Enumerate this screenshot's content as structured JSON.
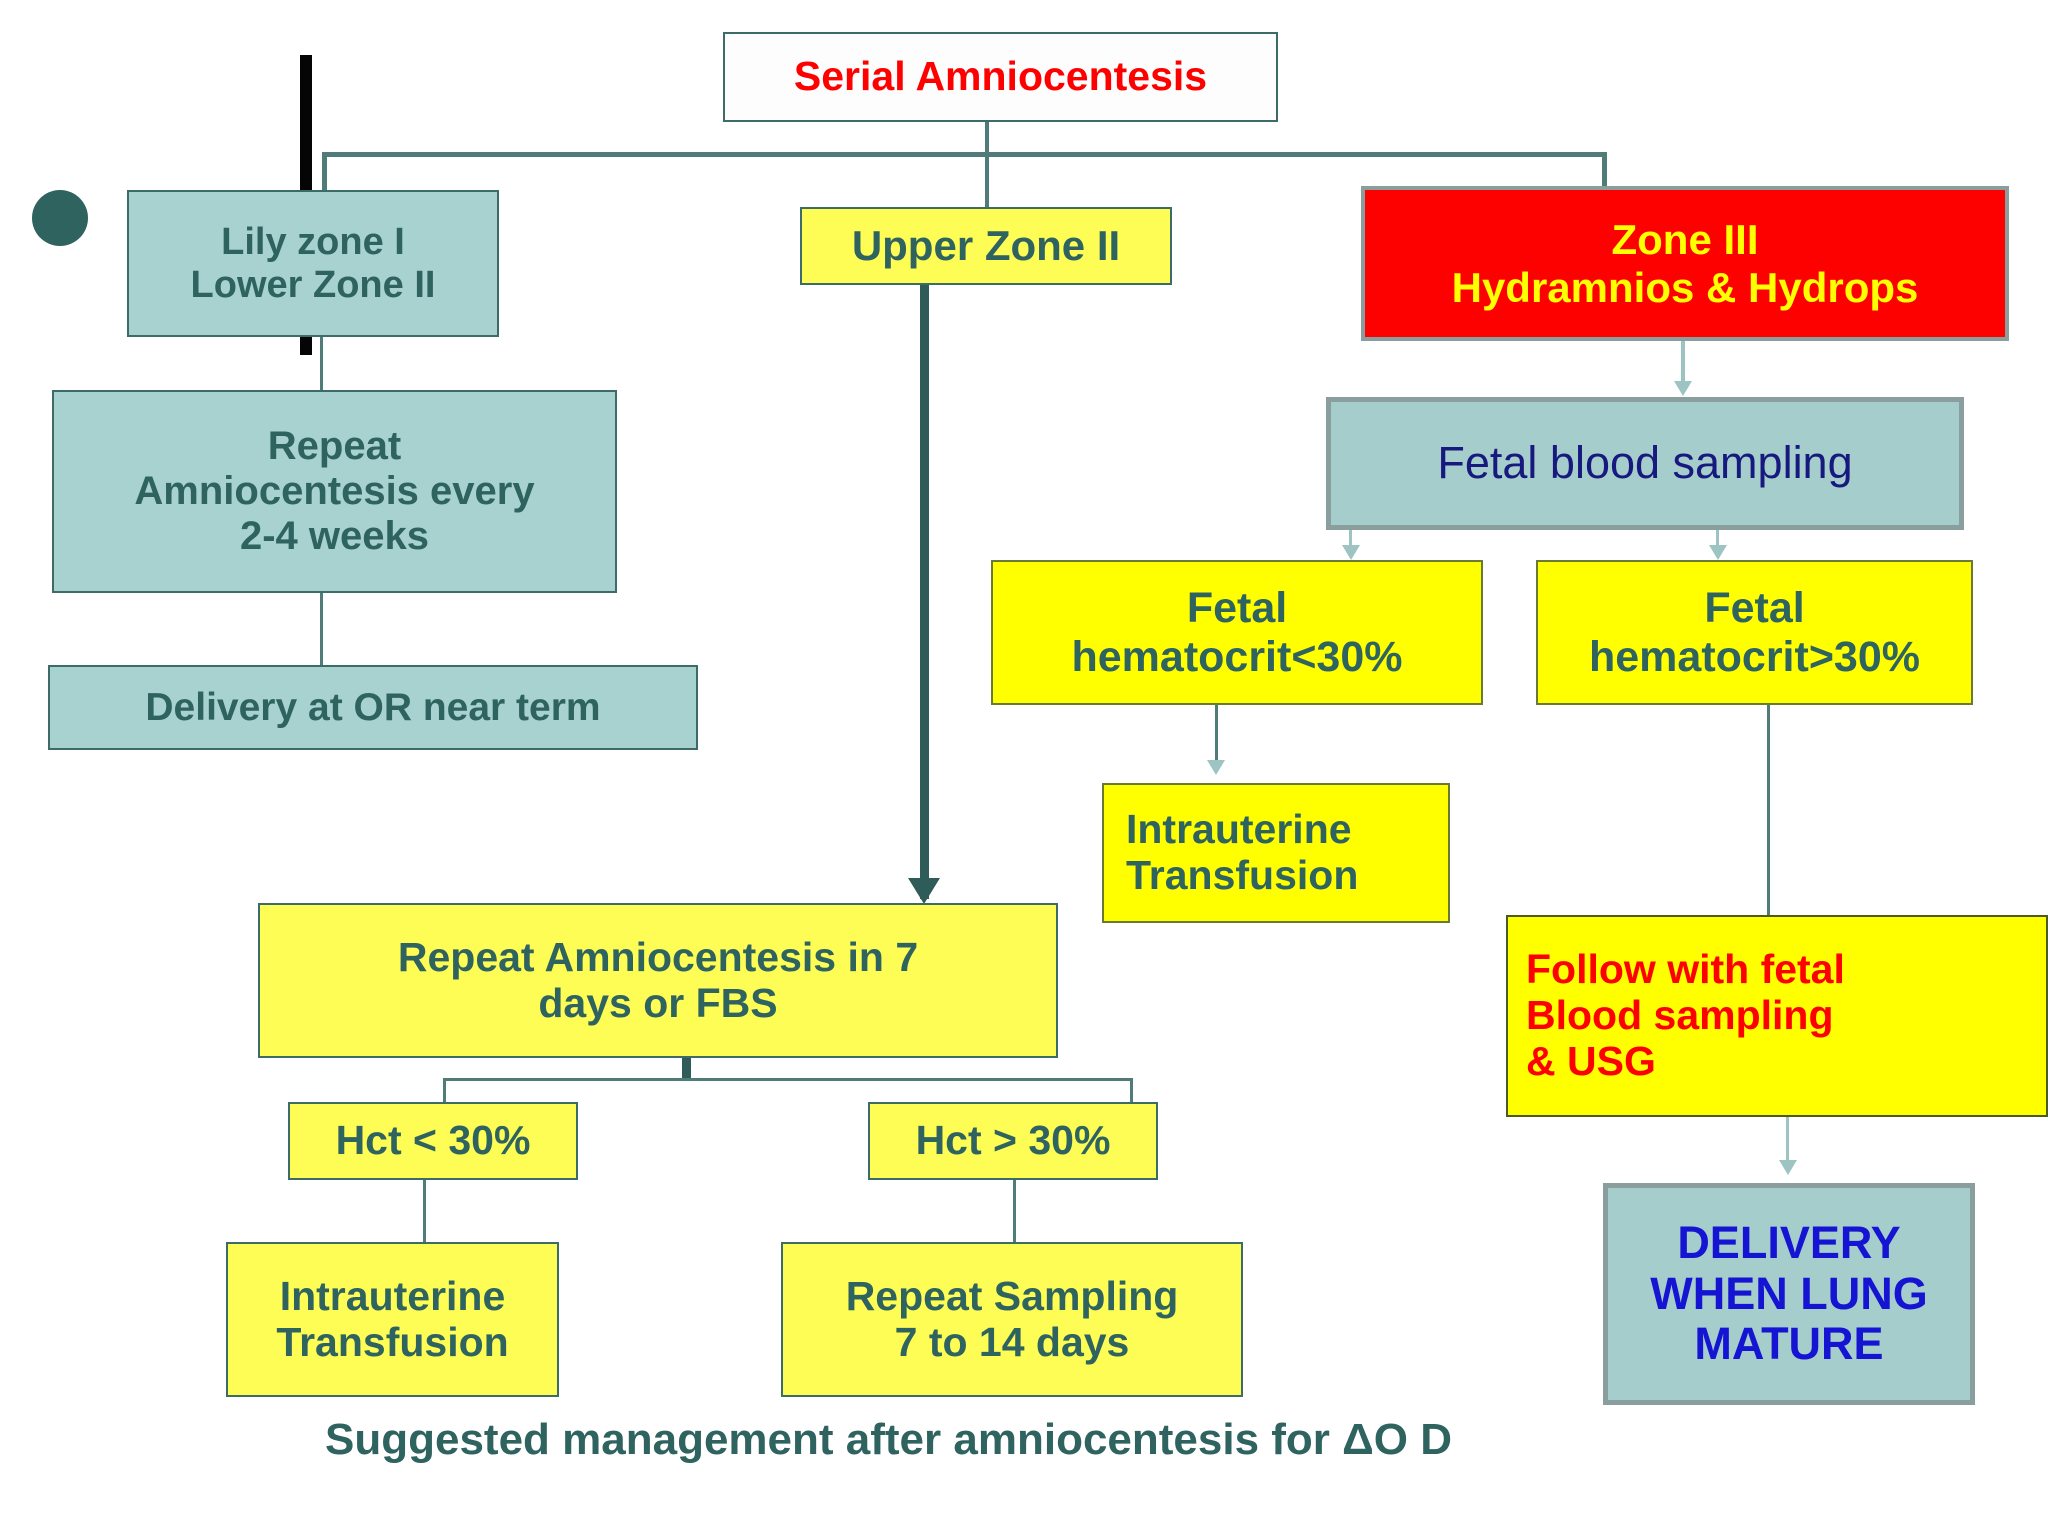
{
  "diagram": {
    "caption": "Suggested management after amniocentesis for ΔO D",
    "colors": {
      "teal_fill": "#a8d2d0",
      "teal_text": "#2f6360",
      "yellow_fill": "#ffff00",
      "red_fill": "#fd0000",
      "red_text": "#ff0000",
      "yellow_text": "#ffff00",
      "navy_text": "#17197e",
      "blue_text": "#1414d2",
      "border_teal": "#3d6b68",
      "border_gray": "#8a9e9d"
    },
    "nodes": {
      "root": {
        "label": "Serial Amniocentesis"
      },
      "branch_left": {
        "line1": "Lily zone I",
        "line2": "Lower Zone II"
      },
      "branch_mid": {
        "label": "Upper Zone II"
      },
      "branch_right": {
        "line1": "Zone III",
        "line2": "Hydramnios & Hydrops"
      },
      "left_repeat": {
        "line1": "Repeat",
        "line2": "Amniocentesis every",
        "line3": "2-4 weeks"
      },
      "left_delivery": {
        "label": "Delivery at OR near term"
      },
      "mid_repeat": {
        "line1": "Repeat Amniocentesis in 7",
        "line2": "days or FBS"
      },
      "mid_hct_low": {
        "label": "Hct < 30%"
      },
      "mid_hct_high": {
        "label": "Hct > 30%"
      },
      "mid_iut": {
        "line1": "Intrauterine",
        "line2": "Transfusion"
      },
      "mid_resample": {
        "line1": "Repeat Sampling",
        "line2": "7 to 14 days"
      },
      "right_fbs": {
        "label": "Fetal blood sampling"
      },
      "right_hct_low": {
        "line1": "Fetal",
        "line2": "hematocrit<30%"
      },
      "right_hct_high": {
        "line1": "Fetal",
        "line2": "hematocrit>30%"
      },
      "right_iut": {
        "line1": "Intrauterine",
        "line2": "Transfusion"
      },
      "right_follow": {
        "line1": "Follow with fetal",
        "line2": "Blood sampling",
        "line3": "& USG"
      },
      "right_delivery": {
        "line1": "DELIVERY",
        "line2": "WHEN LUNG",
        "line3": "MATURE"
      }
    }
  }
}
